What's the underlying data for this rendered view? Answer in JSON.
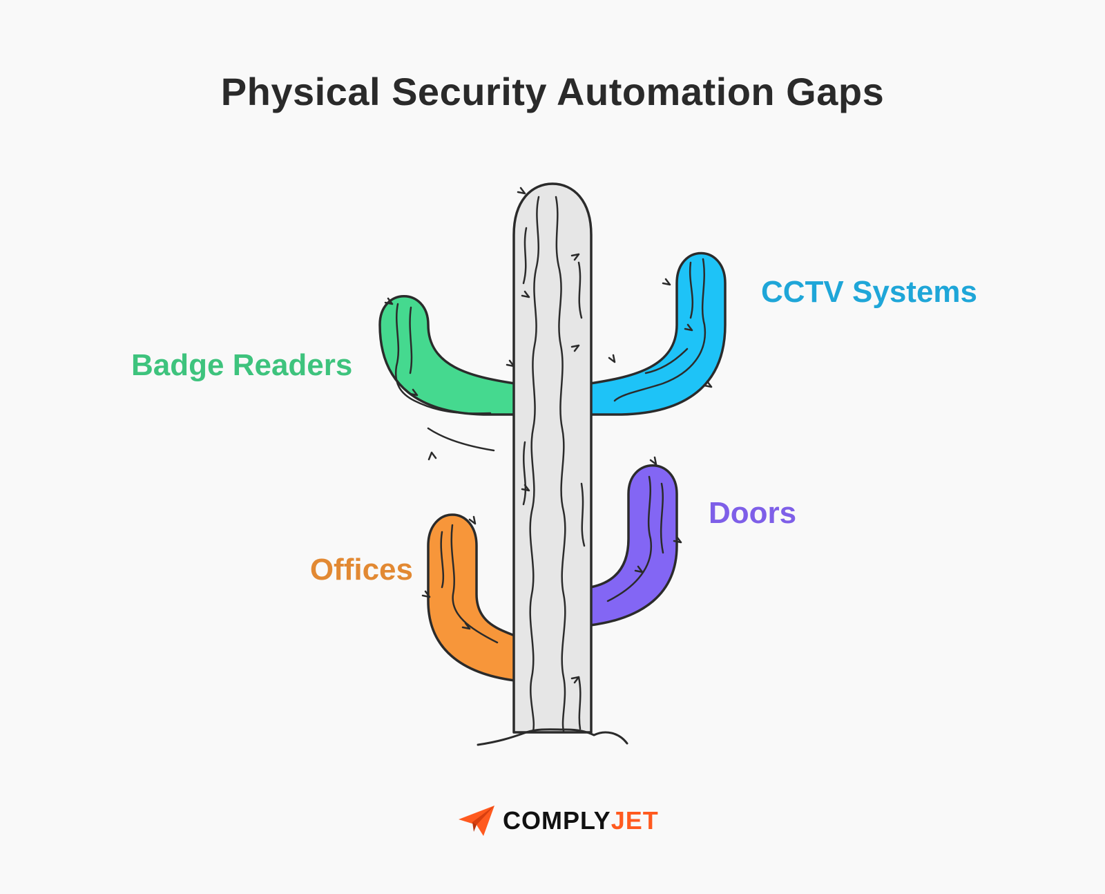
{
  "title": "Physical Security Automation Gaps",
  "arms": [
    {
      "id": "badge",
      "label": "Badge Readers",
      "color": "#45d98f",
      "text_color": "#3ec37d"
    },
    {
      "id": "cctv",
      "label": "CCTV Systems",
      "color": "#1ec3f7",
      "text_color": "#1fa6d8"
    },
    {
      "id": "doors",
      "label": "Doors",
      "color": "#8366f4",
      "text_color": "#7e5fe8"
    },
    {
      "id": "offices",
      "label": "Offices",
      "color": "#f7963a",
      "text_color": "#e28933"
    }
  ],
  "trunk_color": "#e6e6e6",
  "logo": {
    "part1": "COMPLY",
    "part2": "JET",
    "icon": "paper-plane-icon",
    "accent": "#ff5a1f"
  }
}
